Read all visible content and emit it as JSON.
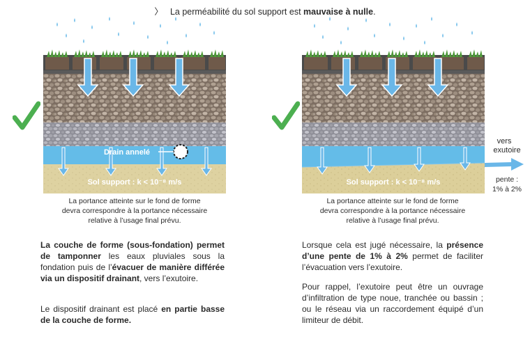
{
  "header": {
    "bullet": "〉",
    "text_plain": "La perméabilité du sol support est ",
    "text_bold": "mauvaise à nulle",
    "text_end": "."
  },
  "left_diagram": {
    "drain_label": "Drain annelé",
    "soil_label": "Sol support : k < 10⁻⁸ m/s"
  },
  "right_diagram": {
    "soil_label": "Sol support : k < 10⁻⁸ m/s",
    "outlet_label_1": "vers",
    "outlet_label_2": "exutoire",
    "slope_label_1": "pente :",
    "slope_label_2": "1% à 2%"
  },
  "left_caption": {
    "line1": "La portance atteinte sur le fond de forme",
    "line2": "devra correspondre à la portance nécessaire",
    "line3": "relative à l’usage final prévu."
  },
  "right_caption": {
    "line1": "La portance atteinte sur le fond de forme",
    "line2": "devra correspondre à la portance nécessaire",
    "line3": "relative à l’usage final prévu."
  },
  "left_text": {
    "p1_b1": "La couche de forme (sous-fondation) permet de tamponner",
    "p1_t1": " les eaux pluviales sous la fondation puis de l’",
    "p1_b2": "évacuer de manière différée via un dispositif drainant",
    "p1_t2": ", vers l’exutoire.",
    "p2_t1": "Le dispositif drainant est placé ",
    "p2_b1": "en partie basse de la couche de forme."
  },
  "right_text": {
    "p1_t1": "Lorsque cela est jugé nécessaire, la ",
    "p1_b1": "présence d’une pente de 1% à 2%",
    "p1_t2": " permet de faciliter l’évacuation vers l’exutoire.",
    "p2_t1": "Pour rappel, l’exutoire peut être un ouvrage d’infiltration de type noue, tranchée ou bassin ; ou le réseau via un raccordement équipé d’un limiteur de débit."
  },
  "colors": {
    "check": "#4caf50",
    "arrow": "#6ab7e8",
    "water": "#57b6e6",
    "soil": "#dccf9a",
    "gravel_dark": "#8a7a6c",
    "gravel_gray": "#9e9ea6"
  }
}
